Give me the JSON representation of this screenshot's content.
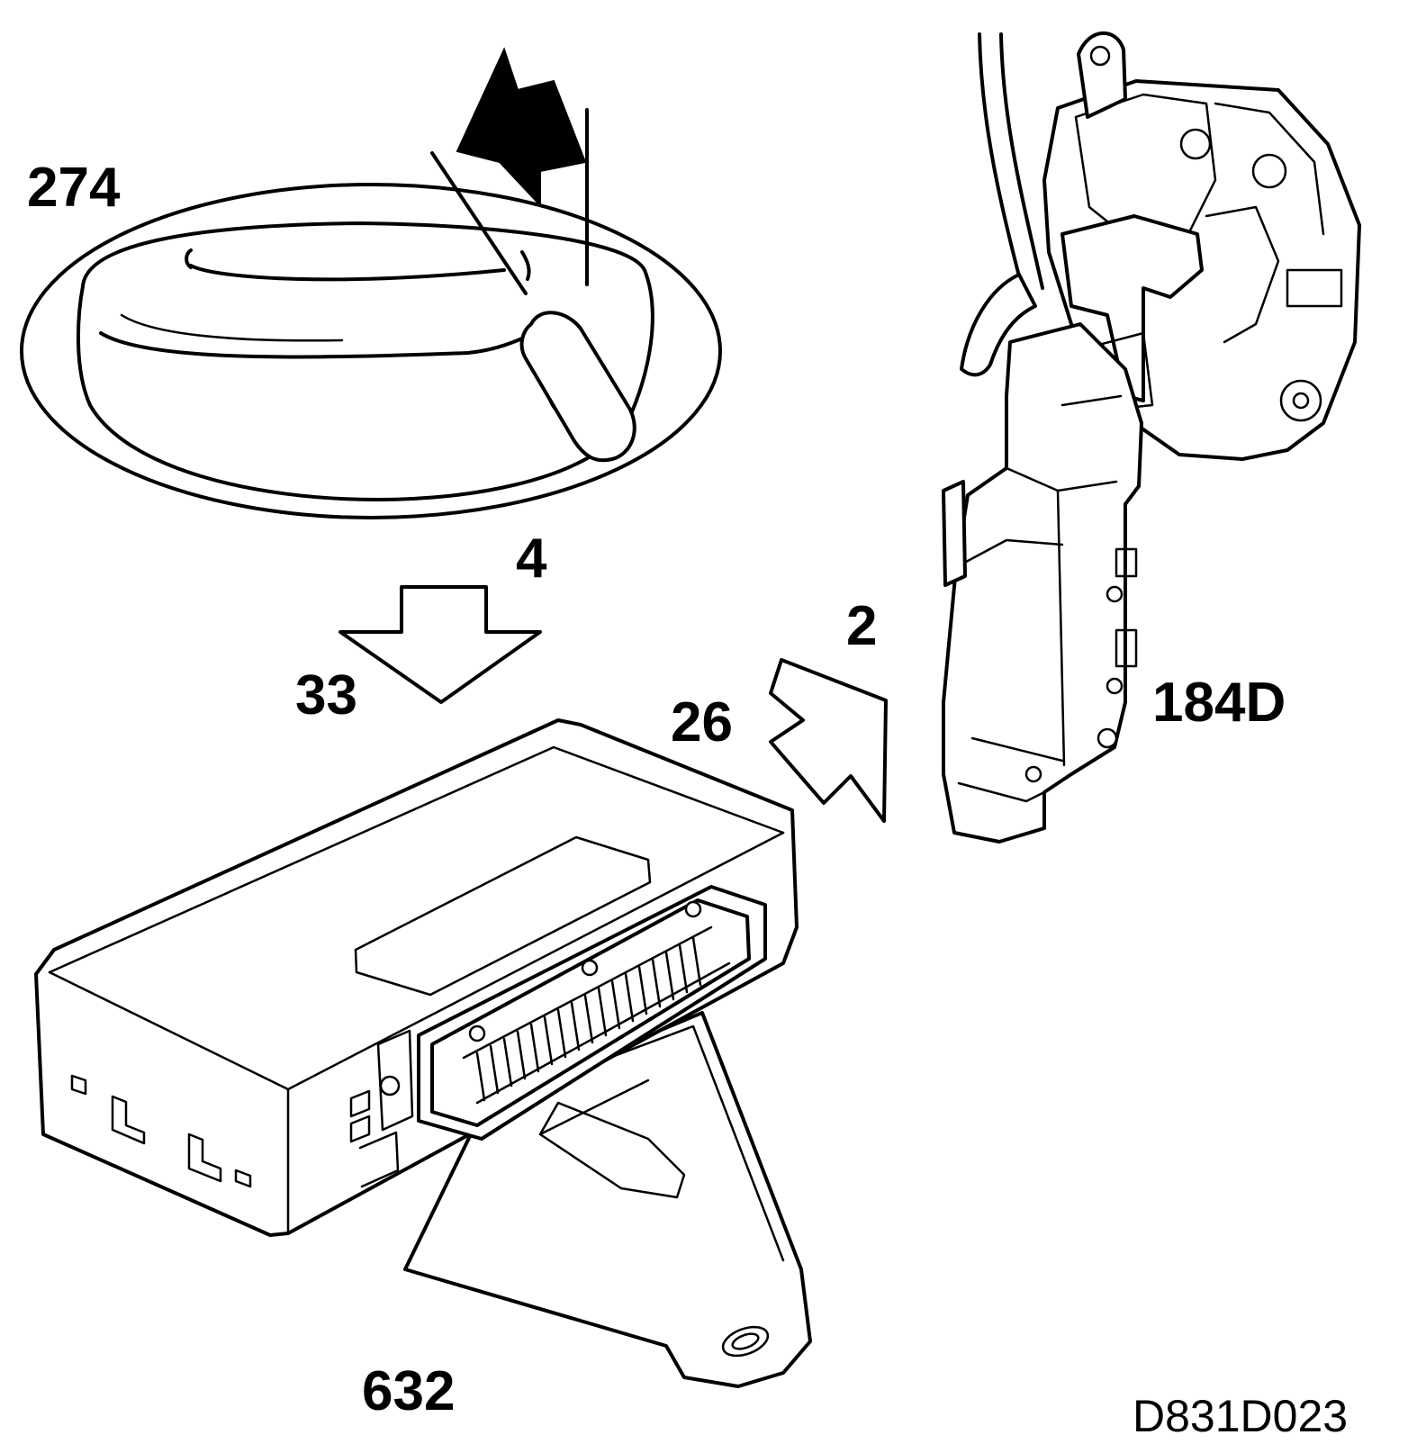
{
  "figure": {
    "code": "D831D023",
    "callouts": {
      "handle": "274",
      "step_a": "4",
      "step_b": "33",
      "step_c": "2",
      "step_d": "26",
      "lock": "184D",
      "module": "632"
    }
  }
}
